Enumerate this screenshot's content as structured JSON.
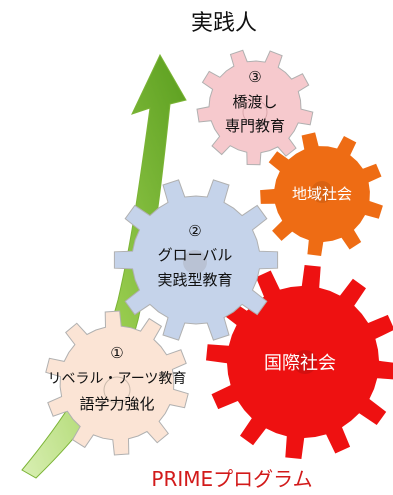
{
  "title": "実践人",
  "footer": "PRIMEプログラム",
  "gears": {
    "liberal": {
      "number": "①",
      "line1": "リベラル・アーツ教育",
      "line2": "語学力強化",
      "fill": "#fbe4d5",
      "stroke": "#b0b0b0",
      "text_color": "#111111"
    },
    "global": {
      "number": "②",
      "line1": "グローバル",
      "line2": "実践型教育",
      "fill": "#c5d3ea",
      "stroke": "#b0b0b0",
      "text_color": "#111111"
    },
    "bridge": {
      "number": "③",
      "line1": "橋渡し",
      "line2": "専門教育",
      "fill": "#f6c9cd",
      "stroke": "#b0b0b0",
      "text_color": "#111111"
    },
    "regional": {
      "label": "地域社会",
      "fill": "#ee6c14",
      "text_color": "#ffffff"
    },
    "international": {
      "label": "国際社会",
      "fill": "#ee1111",
      "text_color": "#ffffff"
    }
  },
  "colors": {
    "arrow_light": "#b8dd7a",
    "arrow_dark": "#5a9e1e",
    "footer_text": "#d21a1a",
    "title_text": "#111111"
  }
}
